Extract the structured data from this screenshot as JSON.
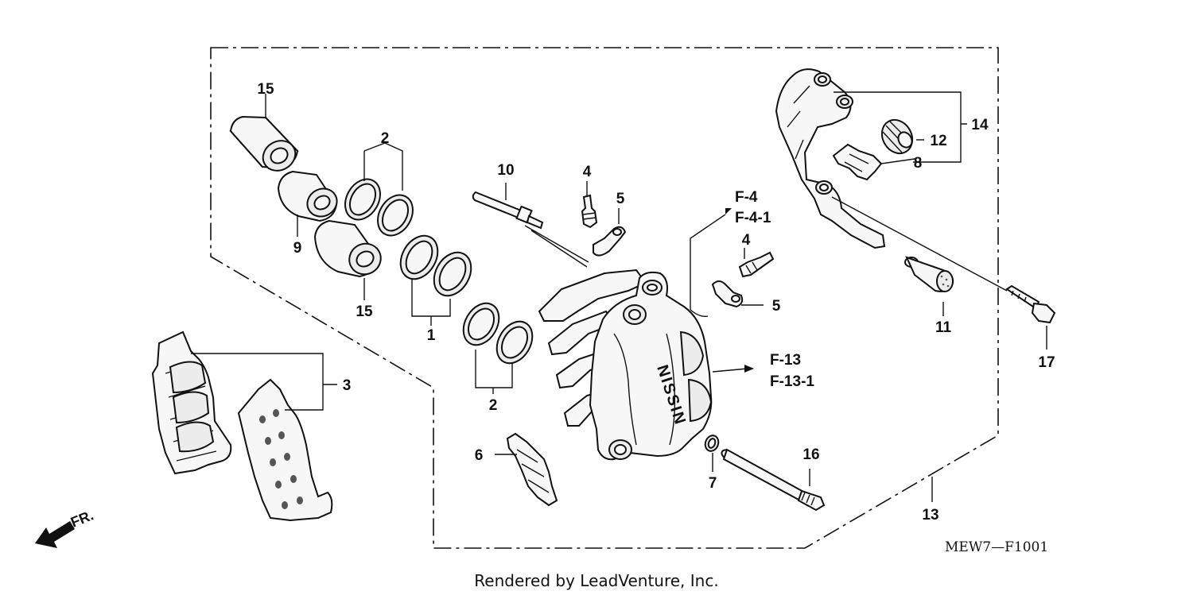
{
  "diagram": {
    "callouts": {
      "c1": "1",
      "c2a": "2",
      "c2b": "2",
      "c3": "3",
      "c4a": "4",
      "c4b": "4",
      "c5a": "5",
      "c5b": "5",
      "c6": "6",
      "c7": "7",
      "c8": "8",
      "c9": "9",
      "c10": "10",
      "c11": "11",
      "c12": "12",
      "c13": "13",
      "c14": "14",
      "c15a": "15",
      "c15b": "15",
      "c16": "16",
      "c17": "17"
    },
    "refs": {
      "f4": "F-4",
      "f4_1": "F-4-1",
      "f13": "F-13",
      "f13_1": "F-13-1"
    },
    "direction_label": "FR.",
    "caliper_brand": "NISSIN",
    "diagram_code": "MEW7—F1001",
    "credit": "Rendered by LeadVenture, Inc."
  }
}
